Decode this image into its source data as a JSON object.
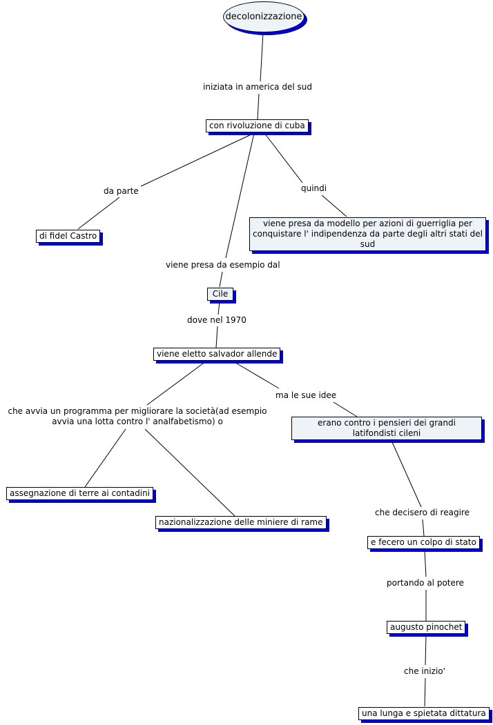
{
  "root": "decolonizzazione",
  "nodes": {
    "rivoluzione_cuba": "con rivoluzione di cuba",
    "fidel_castro": "di fidel Castro",
    "modello_guerriglia": "viene presa da modello per azioni di guerriglia per conquistare l' indipendenza da parte degli altri stati del sud",
    "cile": "Cile",
    "allende": "viene eletto salvador allende",
    "latifondisti": "erano contro i pensieri dei grandi latifondisti cileni",
    "terre_contadini": "assegnazione di terre ai contadini",
    "miniere_rame": "nazionalizzazione delle miniere di rame",
    "colpo_stato": "e fecero un colpo di stato",
    "pinochet": "augusto pinochet",
    "dittatura": "una lunga e spietata dittatura"
  },
  "links": {
    "iniziata": "iniziata in america del sud",
    "da_parte": "da parte",
    "quindi": "quindi",
    "esempio_dal": "viene presa da esempio dal",
    "dove_1970": "dove nel 1970",
    "programma": "che avvia un programma per migliorare la società(ad esempio avvia una lotta contro l' analfabetismo) o",
    "sue_idee": "ma le sue idee",
    "decisero": "che decisero di reagire",
    "portando": "portando al potere",
    "inizio": "che inizio'"
  },
  "colors": {
    "shadow": "#0000cc",
    "node_fill": "#eef3f7",
    "line": "#000000"
  }
}
